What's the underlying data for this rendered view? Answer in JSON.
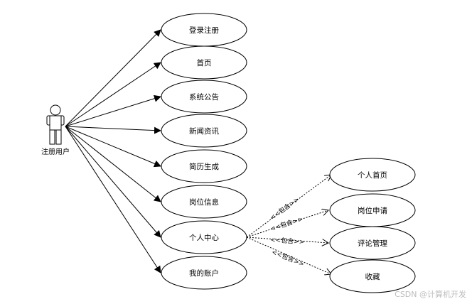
{
  "actor": {
    "label": "注册用户"
  },
  "use_cases": [
    "登录注册",
    "首页",
    "系统公告",
    "新闻资讯",
    "简历生成",
    "岗位信息",
    "个人中心",
    "我的账户"
  ],
  "included_cases": [
    "个人首页",
    "岗位申请",
    "评论管理",
    "收藏"
  ],
  "include_label": "<<包含>>",
  "watermark": "CSDN @计算机开发"
}
